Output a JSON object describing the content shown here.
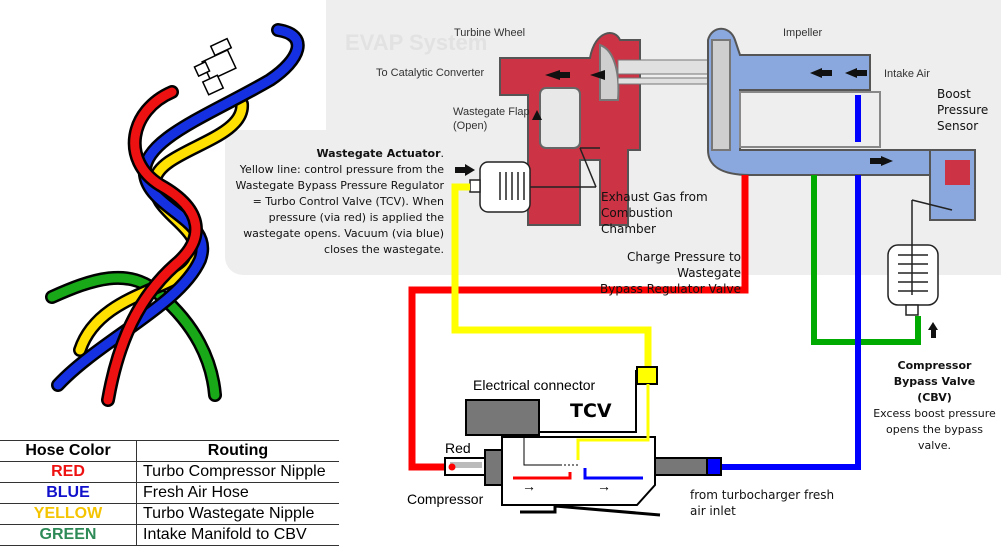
{
  "background_watermark": "EVAP System",
  "turbo_labels": {
    "turbine_wheel": "Turbine Wheel",
    "to_catalytic_converter": "To Catalytic Converter",
    "wastegate_flap": "Wastegate Flap",
    "wastegate_flap_state": "(Open)",
    "impeller": "Impeller",
    "intake_air": "Intake Air",
    "boost_pressure_sensor": [
      "Boost",
      "Pressure",
      "Sensor"
    ],
    "exhaust_gas": [
      "Exhaust Gas from",
      "Combustion",
      "Chamber"
    ],
    "charge_pressure": [
      "Charge Pressure to Wastegate",
      "Bypass Regulator Valve"
    ]
  },
  "wastegate_actuator": {
    "title": "Wastegate Actuator",
    "lines": [
      "Yellow line: control pressure from the",
      "Wastegate Bypass Pressure Regulator",
      "= Turbo Control Valve (TCV). When",
      "pressure (via red) is applied the",
      "wastegate opens. Vacuum (via blue)",
      "closes the wastegate."
    ]
  },
  "cbv": {
    "title": [
      "Compressor",
      "Bypass Valve",
      "(CBV)"
    ],
    "lines": [
      "Excess boost pressure",
      "opens the bypass",
      "valve."
    ]
  },
  "tcv": {
    "title": "TCV",
    "electrical_connector": "Electrical connector",
    "red_port": "Red",
    "compressor_port": "Compressor",
    "fresh_air_inlet": [
      "from turbocharger fresh",
      "air inlet"
    ],
    "flow_arrow": "→"
  },
  "legend": {
    "headers": [
      "Hose Color",
      "Routing"
    ],
    "rows": [
      {
        "color": "RED",
        "hex": "#ee1111",
        "routing": "Turbo Compressor Nipple"
      },
      {
        "color": "BLUE",
        "hex": "#1111cc",
        "routing": "Fresh Air Hose"
      },
      {
        "color": "YELLOW",
        "hex": "#f5c400",
        "routing": "Turbo Wastegate Nipple"
      },
      {
        "color": "GREEN",
        "hex": "#2e8b57",
        "routing": "Intake Manifold to CBV"
      }
    ]
  },
  "hose_colors": {
    "red": "#ff0000",
    "blue": "#0000ff",
    "yellow": "#ffff00",
    "green": "#00aa00"
  }
}
